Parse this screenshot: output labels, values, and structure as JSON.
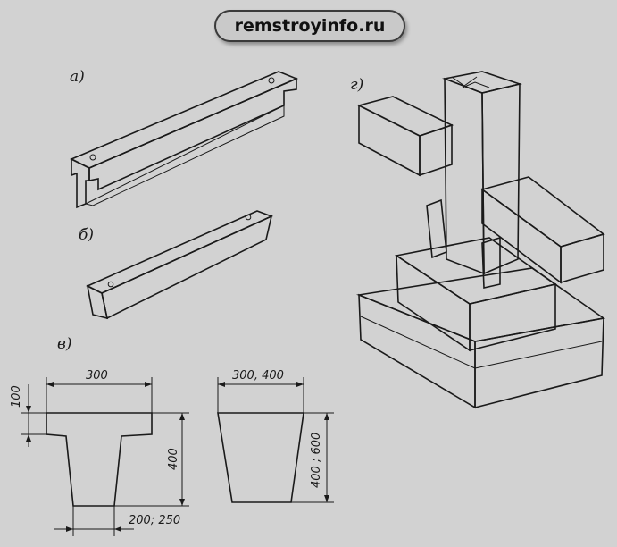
{
  "site": {
    "watermark": "remstroyinfo.ru"
  },
  "labels": {
    "a": "а)",
    "b": "б)",
    "v": "в)",
    "g": "г)"
  },
  "dimensions": {
    "left_top_width": "300",
    "left_flange_height": "100",
    "left_height": "400",
    "left_bottom_width": "200; 250",
    "right_top_width": "300, 400",
    "right_height": "400 ; 600"
  },
  "colors": {
    "background": "#d2d2d2",
    "ink": "#1a1a1a",
    "concrete_light": "#e6e6e6",
    "concrete_mid": "#bdbdbd",
    "concrete_dark": "#8e8e8e"
  }
}
